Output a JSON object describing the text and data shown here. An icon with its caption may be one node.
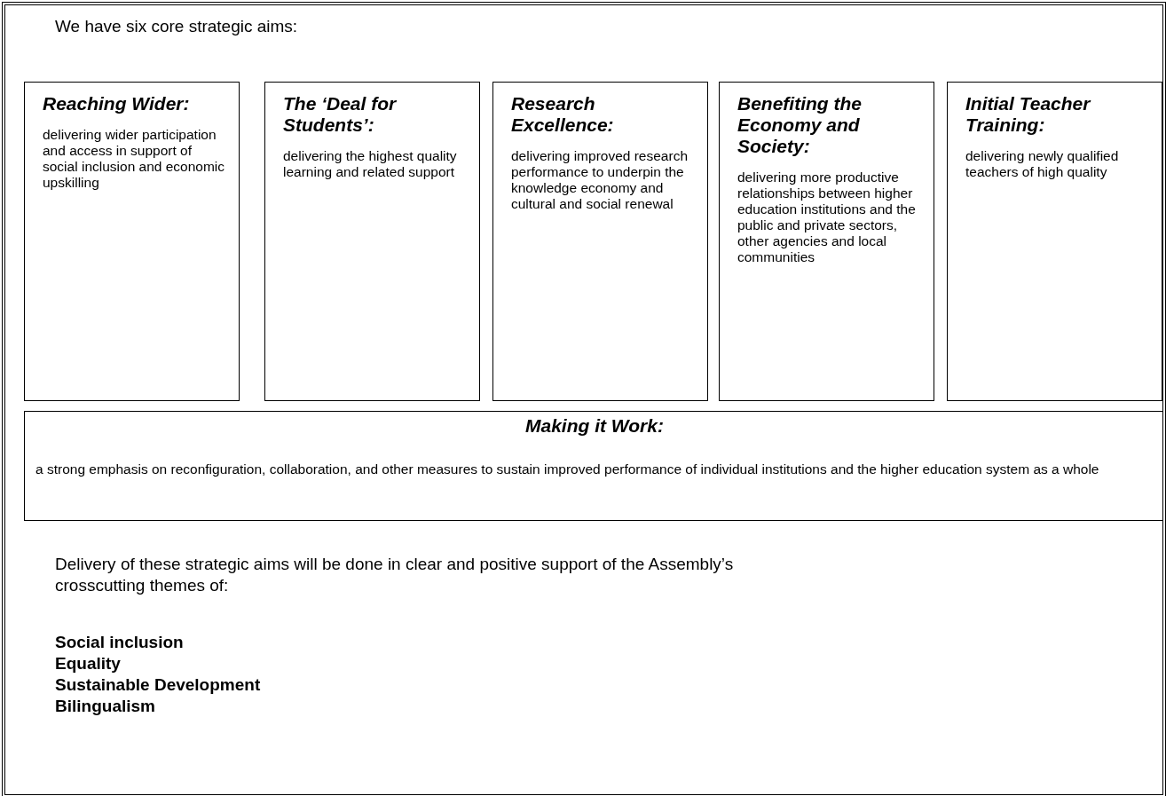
{
  "diagram": {
    "nodes": [
      {
        "text": [
          "Reaching Wider:",
          "delivering wider participation and access in support of social inclusion and economic upskilling"
        ]
      },
      {
        "text": [
          "The ‘Deal for Students’:",
          "delivering the highest quality learning and related support"
        ]
      },
      {
        "text": [
          "Research Excellence:",
          "delivering improved research performance to underpin the knowledge economy and cultural and social renewal"
        ]
      },
      {
        "text": [
          "Benefiting the Economy and Society:",
          "delivering more productive relationships between higher education institutions and the public and private sectors, other agencies and local communities"
        ]
      },
      {
        "text": [
          "Initial Teacher Training:",
          "delivering newly qualified teachers of high quality"
        ]
      },
      {
        "text": [
          "Making it Work:",
          "a strong emphasis on reconfiguration, collaboration, and other measures to sustain improved performance of individual institutions and the higher education system as a whole"
        ]
      }
    ],
    "labels": [
      "We have six core strategic aims:",
      "Delivery of these strategic aims will be done in clear and positive support of the Assembly’s crosscutting themes of:",
      "Social inclusion",
      "Equality",
      "Sustainable Development",
      "Bilingualism"
    ]
  }
}
